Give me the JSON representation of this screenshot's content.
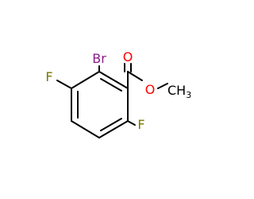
{
  "molecule": {
    "colors": {
      "bond": "#000000",
      "carbon": "#000000",
      "bromine": "#8b1a8b",
      "fluorine": "#7a7a00",
      "oxygen": "#ff0000"
    },
    "atoms": {
      "br": {
        "symbol": "Br",
        "color_key": "bromine"
      },
      "f_left": {
        "symbol": "F",
        "color_key": "fluorine"
      },
      "f_bottom": {
        "symbol": "F",
        "color_key": "fluorine"
      },
      "o_carbonyl": {
        "symbol": "O",
        "color_key": "oxygen"
      },
      "o_ester": {
        "symbol": "O",
        "color_key": "oxygen"
      },
      "methyl": {
        "symbol": "CH",
        "subscript": "3",
        "color_key": "carbon"
      }
    }
  }
}
